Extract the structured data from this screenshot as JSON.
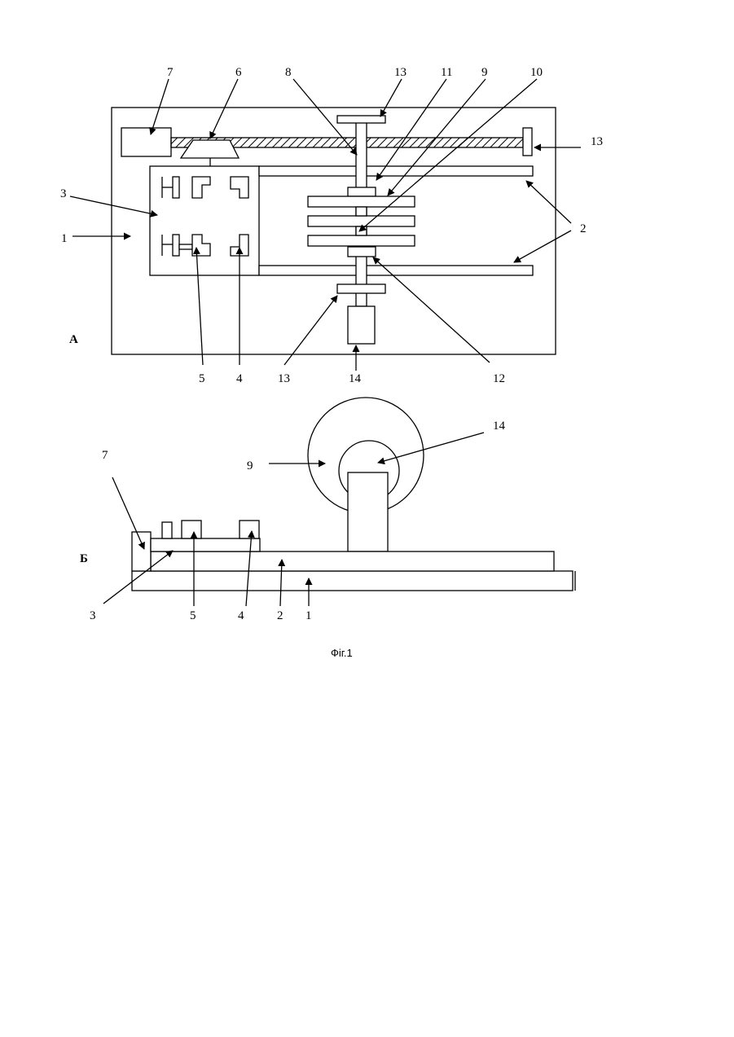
{
  "view_a": {
    "view_label": "А",
    "labels": {
      "l1": "1",
      "l2": "2",
      "l3": "3",
      "l4": "4",
      "l5": "5",
      "l6": "6",
      "l7": "7",
      "l8": "8",
      "l9": "9",
      "l10": "10",
      "l11": "11",
      "l12": "12",
      "l13_top": "13",
      "l13_right": "13",
      "l13_bottom": "13",
      "l14": "14"
    }
  },
  "view_b": {
    "view_label": "Б",
    "labels": {
      "l1": "1",
      "l2": "2",
      "l3": "3",
      "l4": "4",
      "l5": "5",
      "l7": "7",
      "l9": "9",
      "l14": "14"
    }
  },
  "caption": "Фіг.1",
  "colors": {
    "ink": "#000000",
    "paper": "#ffffff"
  }
}
